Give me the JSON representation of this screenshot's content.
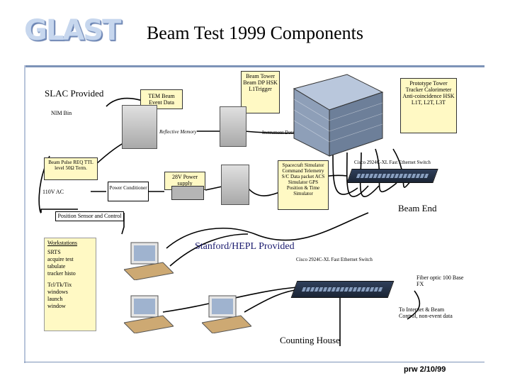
{
  "header": {
    "logo_text": "GLAST",
    "title": "Beam Test 1999  Components"
  },
  "sections": {
    "slac": "SLAC Provided",
    "stanford": "Stanford/HEPL Provided",
    "beam_end": "Beam End",
    "counting_house": "Counting House"
  },
  "labels": {
    "nim_bin": "NIM Bin",
    "reflective_memory": "Reflective Memory",
    "instrument_data_bus": "Instrument Data Bus",
    "ac_110": "110V AC",
    "power_conditioner": "Power Conditioner",
    "position_sensor": "Position Sensor and Control",
    "switch_beam": "Cisco 2924C-XL Fast Ethernet Switch",
    "switch_house": "Cisco 2924C-XL Fast Ethernet Switch",
    "fiber": "Fiber optic 100 Base FX",
    "internet": "To Internet & Beam Control, non-event data",
    "footer": "prw 2/10/99"
  },
  "boxes": {
    "tem_beam": "TEM Beam Event Data",
    "beam_tower": "Beam Tower Beam DP HSK L1Trigger",
    "prototype_tower": "Prototype Tower Tracker Calorimeter Anti-coincidence HSK L1T, L2T, L3T",
    "beam_pulse": "Beam Pulse REQ TTL level 50Ω Term.",
    "power_supply": "28V Power supply",
    "spacecraft": "Spacecraft Simulator Command Telemetry S/C Data packet ACS Simulator GPS Position & Time Simulator"
  },
  "workstations": {
    "header": "Workstations",
    "block1": "SRTS acquire test tabulate tracker histo",
    "block2": "Tcl/Tk/Tix windows launch window"
  },
  "colors": {
    "wire": "#000000",
    "box_fill": "#fff9c4",
    "rule": "#7d93b8",
    "logo": "#c7d7ee"
  }
}
